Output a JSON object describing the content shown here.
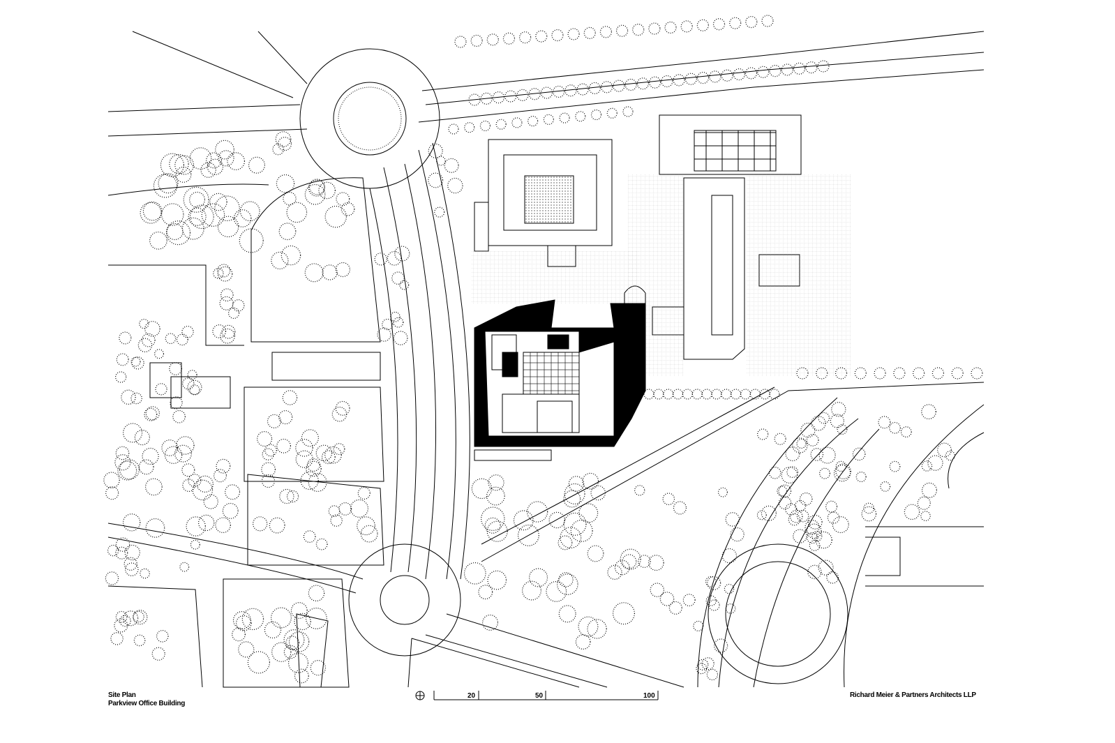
{
  "title_block": {
    "drawing_title": "Site Plan",
    "project_name": "Parkview Office Building",
    "architect": "Richard Meier & Partners Architects LLP"
  },
  "scale_bar": {
    "north_symbol": "north-arrow-icon",
    "ticks": [
      "20",
      "50",
      "100"
    ]
  },
  "colors": {
    "ink": "#000000",
    "paper": "#ffffff"
  }
}
